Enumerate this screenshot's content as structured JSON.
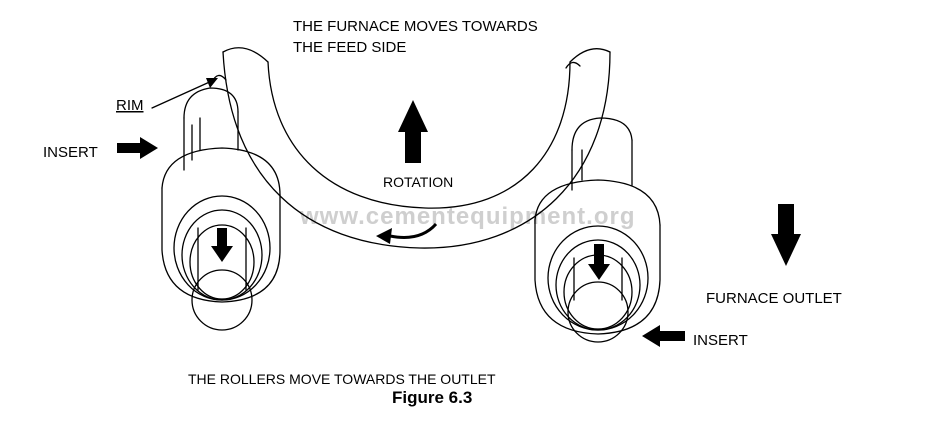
{
  "labels": {
    "furnace_moves_line1": "THE FURNACE MOVES TOWARDS",
    "furnace_moves_line2": "THE FEED SIDE",
    "rim": "RIM",
    "insert_left": "INSERT",
    "insert_right": "INSERT",
    "rotation": "ROTATION",
    "furnace_outlet": "FURNACE OUTLET",
    "rollers_move": "THE ROLLERS MOVE TOWARDS THE OUTLET",
    "figure_caption": "Figure 6.3"
  },
  "watermark": "www.cementequipment.org",
  "colors": {
    "ink": "#000000",
    "background": "#ffffff",
    "watermark": "#cfcfcf"
  },
  "icons": [
    "arrow-up",
    "arrow-down",
    "arrow-right",
    "arrow-left",
    "curved-arrow-left"
  ]
}
